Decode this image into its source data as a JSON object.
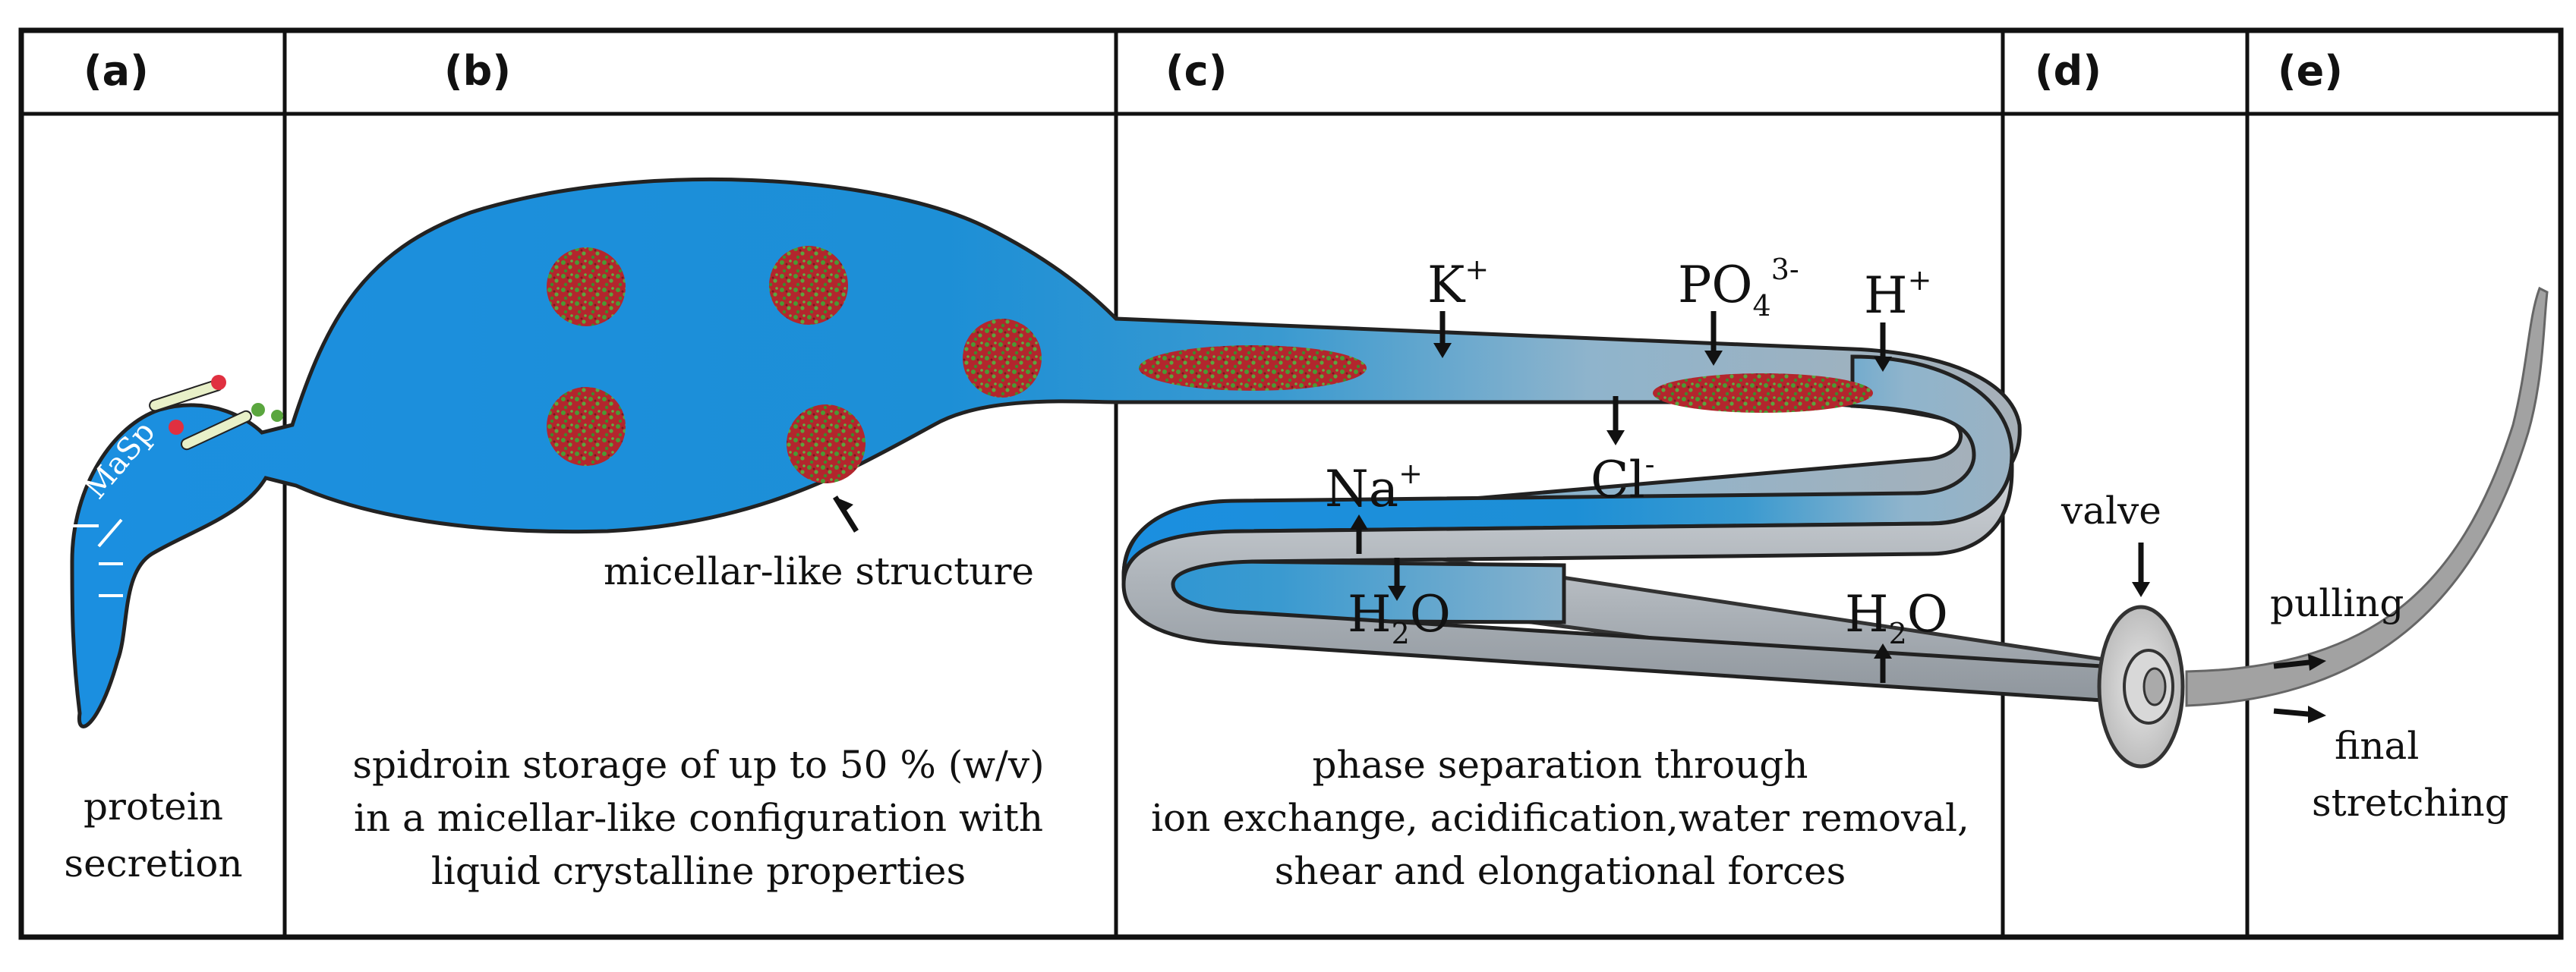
{
  "panels": [
    {
      "label": "(a)",
      "caption": [
        "protein",
        "secretion"
      ]
    },
    {
      "label": "(b)",
      "caption": [
        "spidroin storage of up to 50 % (w/v)",
        "in a micellar-like configuration with",
        "liquid crystalline properties"
      ]
    },
    {
      "label": "(c)",
      "caption": [
        "phase separation through",
        "ion exchange, acidification,water removal,",
        "shear and elongational forces"
      ]
    },
    {
      "label": "(d)",
      "caption": []
    },
    {
      "label": "(e)",
      "caption": []
    }
  ],
  "annotations": {
    "maspl": "MaSp",
    "micelle_label": "micellar-like structure",
    "valve": "valve",
    "pulling": "pulling",
    "final": "final",
    "stretching": "stretching"
  },
  "ions": {
    "k": {
      "base": "K",
      "sup": "+"
    },
    "po4": {
      "base": "PO",
      "sub": "4",
      "sup": "3-"
    },
    "h": {
      "base": "H",
      "sup": "+"
    },
    "cl": {
      "base": "Cl",
      "sup": "-"
    },
    "na": {
      "base": "Na",
      "sup": "+"
    },
    "h2o_left": {
      "base": "H",
      "sub": "2",
      "base2": "O"
    },
    "h2o_right": {
      "base": "H",
      "sub": "2",
      "base2": "O"
    }
  },
  "colors": {
    "gland_blue": "#1e8fd8",
    "duct_gray": "#a9b0b8",
    "valve_gray": "#c9c9c9",
    "micelle_red": "#b3262d",
    "micelle_green": "#4a9a34"
  }
}
